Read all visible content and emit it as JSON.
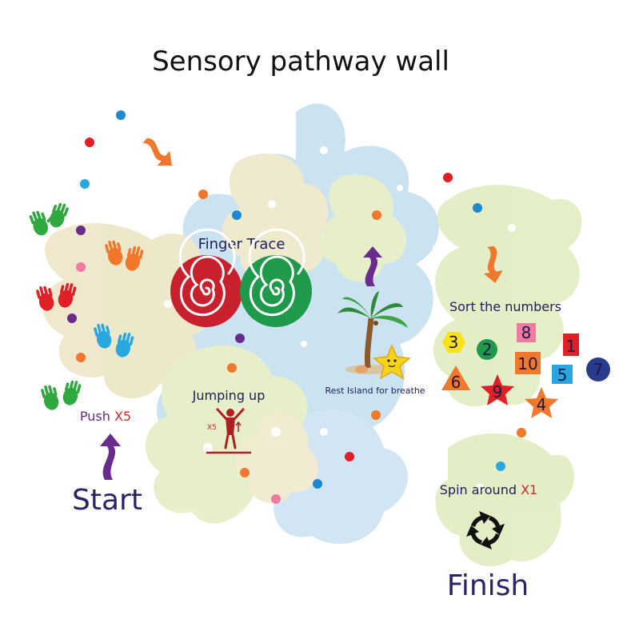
{
  "title": "Sensory pathway wall",
  "labels": {
    "finger_trace": "Finger Trace",
    "sort_numbers": "Sort the numbers",
    "rest_island": "Rest Island for breathe",
    "jumping_up": "Jumping up",
    "jump_count": "X5",
    "push": "Push",
    "push_count": "X5",
    "spin": "Spin around",
    "spin_count": "X1",
    "start": "Start",
    "finish": "Finish"
  },
  "numbers": [
    "3",
    "2",
    "8",
    "1",
    "6",
    "9",
    "10",
    "5",
    "7",
    "4"
  ],
  "colors": {
    "blob_blue": "#c9e2f1",
    "blob_green": "#e3eec4",
    "blob_beige": "#eee7c9",
    "spiral_red": "#c8202c",
    "spiral_green": "#1f9a4a",
    "arrow_orange": "#f0772b",
    "arrow_purple": "#6a2c8c",
    "accent_red": "#e01f26",
    "text_navy": "#2a2466"
  },
  "icons": [
    "hand-print-icon",
    "spiral-icon",
    "arrow-icon",
    "palm-tree-icon",
    "starfish-icon",
    "jumping-person-icon",
    "rotate-arrows-icon"
  ]
}
